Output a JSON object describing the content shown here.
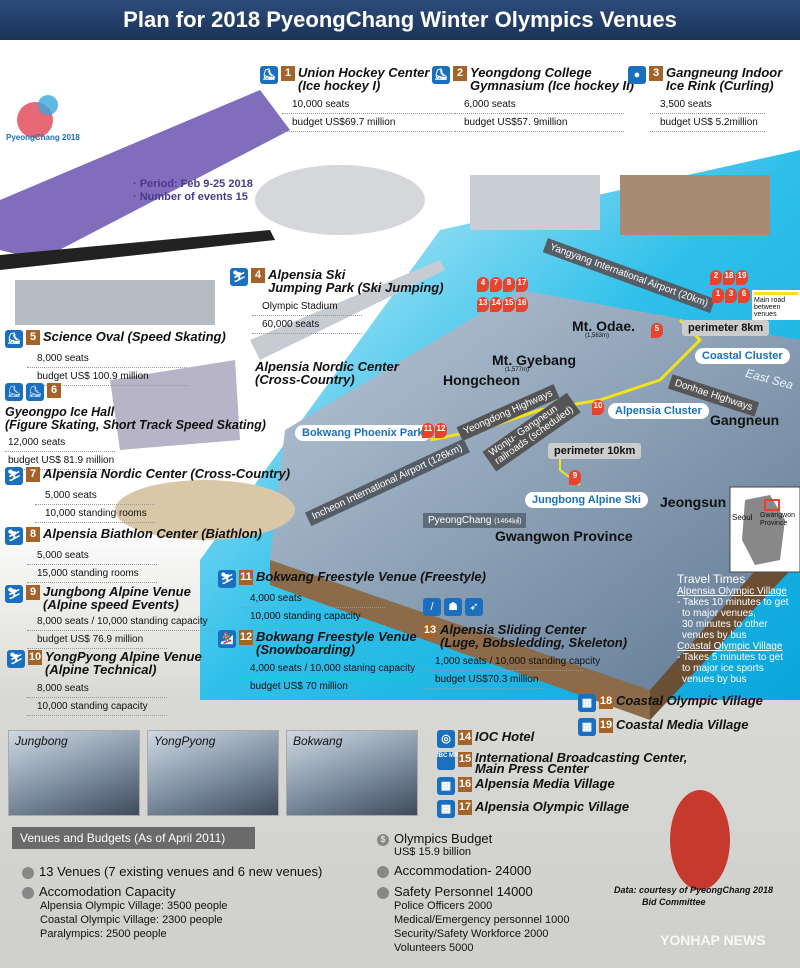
{
  "title": "Plan for 2018 PyeongChang Winter Olympics Venues",
  "logo_text": "PyeongChang 2018",
  "period": "· Period: Feb 9-25 2018",
  "events": "· Number of events 15",
  "venues": [
    {
      "num": "1",
      "title1": "Union Hockey Center",
      "title2": "(Ice hockey I)",
      "d1": "10,000 seats",
      "d2": "budget US$69.7 million",
      "icon": "ice-hockey-icon"
    },
    {
      "num": "2",
      "title1": "Yeongdong College",
      "title2": "Gymnasium (Ice hockey II)",
      "d1": "6,000 seats",
      "d2": "budget US$57. 9million",
      "icon": "ice-hockey-icon"
    },
    {
      "num": "3",
      "title1": "Gangneung Indoor",
      "title2": "Ice Rink (Curling)",
      "d1": "3,500 seats",
      "d2": "budget US$ 5.2million",
      "icon": "curling-icon"
    },
    {
      "num": "4",
      "title1": "Alpensia Ski",
      "title2": "Jumping Park (Ski Jumping)",
      "d1": "Olympic Stadium",
      "d2": "60,000 seats",
      "icon": "ski-jumping-icon"
    },
    {
      "num": "5",
      "title1": "Science Oval (Speed Skating)",
      "d1": "8,000 seats",
      "d2": "budget US$ 100.9 million",
      "icon": "speed-skating-icon"
    },
    {
      "num": "6",
      "title1": "Gyeongpo Ice Hall",
      "title2": "(Figure Skating, Short Track Speed Skating)",
      "d1": "12,000 seats",
      "d2": "budget US$ 81.9 million",
      "icon": "figure-skating-icon"
    },
    {
      "num": "7",
      "title1": "Alpensia Nordic Center (Cross-Country)",
      "d1": "5,000 seats",
      "d2": "10,000 standing rooms",
      "icon": "cross-country-icon"
    },
    {
      "num": "8",
      "title1": "Alpensia Biathlon Center (Biathlon)",
      "d1": "5,000 seats",
      "d2": "15,000 standing rooms",
      "icon": "biathlon-icon"
    },
    {
      "num": "9",
      "title1": "Jungbong Alpine Venue",
      "title2": "(Alpine speed Events)",
      "d1": "8,000 seats / 10,000 standing capacity",
      "d2": "budget US$ 76.9 million",
      "icon": "alpine-ski-icon"
    },
    {
      "num": "10",
      "title1": "YongPyong Alpine Venue",
      "title2": "(Alpine Technical)",
      "d1": "8,000 seats",
      "d2": "10,000 standing capacity",
      "icon": "alpine-ski-icon"
    },
    {
      "num": "11",
      "title1": "Bokwang Freestyle Venue (Freestyle)",
      "d1": "4,000 seats",
      "d2": "10,000 standing capacity",
      "icon": "freestyle-icon"
    },
    {
      "num": "12",
      "title1": "Bokwang Freestyle Venue",
      "title2": "(Snowboarding)",
      "d1": "4,000 seats / 10,000 staning capacity",
      "d2": "budget US$ 70 million",
      "icon": "snowboard-icon"
    },
    {
      "num": "13",
      "title1": "Alpensia Sliding Center",
      "title2": "(Luge, Bobsledding, Skeleton)",
      "d1": "1,000 seats / 10,000 standing capcity",
      "d2": "budget US$70.3 million",
      "icon": "sliding-icon"
    }
  ],
  "nordic_label1": "Alpensia Nordic Center",
  "nordic_label2": "(Cross-Country)",
  "facilities": [
    {
      "num": "14",
      "label": "IOC Hotel",
      "icon": "ioc-icon"
    },
    {
      "num": "15",
      "label": "International Broadcasting Center,",
      "label2": "Main Press Center",
      "icon": "ibc-mpc-icon",
      "icon_text": "IBC MPC"
    },
    {
      "num": "16",
      "label": "Alpensia Media Village",
      "icon": "media-village-icon"
    },
    {
      "num": "17",
      "label": "Alpensia Olympic Village",
      "icon": "olympic-village-icon"
    },
    {
      "num": "18",
      "label": "Coastal Olympic Village",
      "icon": "olympic-village-icon"
    },
    {
      "num": "19",
      "label": "Coastal Media Village",
      "icon": "media-village-icon"
    }
  ],
  "map": {
    "mt_odae": "Mt. Odae.",
    "mt_odae_h": "(1,563m)",
    "mt_gyebang": "Mt. Gyebang",
    "mt_gyebang_h": "(1,577m)",
    "hongcheon": "Hongcheon",
    "gangneun": "Gangneun",
    "jeongsun": "Jeongsun",
    "province": "Gwangwon Province",
    "pyeongchang": "PyeongChang",
    "pyeongchang_area": "(1464㎢)",
    "coastal_cluster": "Coastal Cluster",
    "alpensia_cluster": "Alpensia Cluster",
    "jungbong": "Jungbong Alpine Ski",
    "bokwang": "Bokwang Phoenix Park",
    "perimeter_8": "perimeter 8km",
    "perimeter_10": "perimeter 10km",
    "yeongdong": "Yeongdong Highways",
    "donhae": "Donhae Highways",
    "wonju": "Wonju- Gangneun",
    "wonju2": "railroads (scheduled)",
    "yangyang": "Yangyang International Airport (20km)",
    "incheon": "Incheon International Airport (126km)",
    "east_sea": "East Sea",
    "legend_road": "Main road between venues",
    "pins_a": [
      "4",
      "7",
      "8",
      "17"
    ],
    "pins_b": [
      "13",
      "14",
      "15",
      "16"
    ],
    "pins_c": [
      "2",
      "18",
      "19"
    ],
    "pins_d": [
      "1",
      "3",
      "6"
    ],
    "pin_5": "5",
    "pin_10": "10",
    "pin_9": "9",
    "pins_e": [
      "11",
      "12"
    ],
    "inset_seoul": "Seoul",
    "inset_province": "Gwangwon Province"
  },
  "travel": {
    "title": "Travel Times",
    "h1": "Alpensia Olympic Village",
    "t1a": "- Takes 10 minutes to get",
    "t1b": "to major venues,",
    "t1c": "30 minutes to other",
    "t1d": "venues by bus",
    "h2": "Coastal Olympic Village",
    "t2a": "- Takes 5 minutes to get",
    "t2b": "to major ice sports",
    "t2c": "venues by bus"
  },
  "photos": [
    "Jungbong",
    "YongPyong",
    "Bokwang"
  ],
  "summary": {
    "header": "Venues and Budgets (As of April 2011)",
    "venues": "13 Venues (7 existing venues and 6 new venues)",
    "acc_title": "Accomodation Capacity",
    "acc_lines": [
      "Alpensia Olympic Village: 3500 people",
      "Coastal Olympic Village: 2300 people",
      "Paralympics: 2500 people"
    ],
    "budget_title": "Olympics Budget",
    "budget_value": "US$ 15.9 billion",
    "accommodation": "Accommodation- 24000",
    "safety_title": "Safety Personnel 14000",
    "safety_lines": [
      "Police Officers 2000",
      "Medical/Emergency personnel 1000",
      "Security/Safety Workforce 2000",
      "Volunteers 5000"
    ]
  },
  "source1": "Data: courtesy of PyeongChang 2018",
  "source2": "Bid Committee",
  "watermark": "YONHAP NEWS",
  "colors": {
    "header": "#1f3b63",
    "number_box": "#a5632a",
    "icon": "#1b6fbf",
    "pin": "#e6442c",
    "sea": "#12b0e0"
  }
}
